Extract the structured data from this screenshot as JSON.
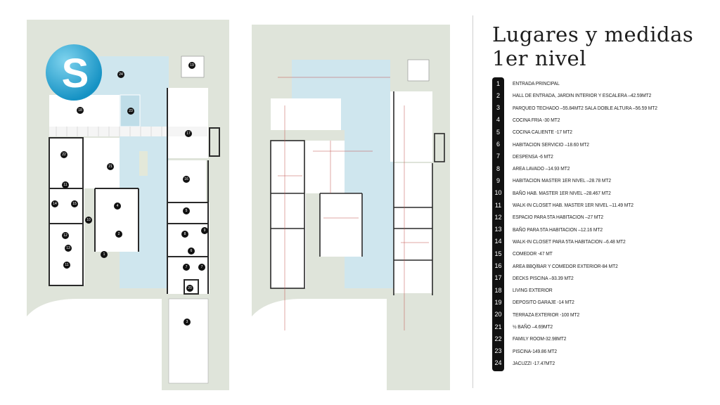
{
  "title": {
    "line1": "Lugares y medidas",
    "line2": "1er nivel"
  },
  "legend": [
    {
      "n": "1",
      "label": "ENTRADA PRINCIPAL"
    },
    {
      "n": "2",
      "label": "HALL DE ENTRADA, JARDIN INTERIOR Y ESCALERA –42.59MT2"
    },
    {
      "n": "3",
      "label": "PARQUEO TECHADO –55.84MT2 SALA DOBLE ALTURA –56.59 MT2"
    },
    {
      "n": "4",
      "label": "COCINA FRIA -30 MT2"
    },
    {
      "n": "5",
      "label": "COCINA CALIENTE -17 MT2"
    },
    {
      "n": "6",
      "label": "HABITACION SERVICIO –18.60 MT2"
    },
    {
      "n": "7",
      "label": "DESPENSA -6 MT2"
    },
    {
      "n": "8",
      "label": "AREA LAVADO –14.93 MT2"
    },
    {
      "n": "9",
      "label": "HABITACION MASTER 1ER NIVEL –28.78 MT2"
    },
    {
      "n": "10",
      "label": "BAÑO HAB. MASTER 1ER NIVEL –28.467 MT2"
    },
    {
      "n": "11",
      "label": "WALK-IN CLOSET HAB. MASTER 1ER NIVEL –11.49 MT2"
    },
    {
      "n": "12",
      "label": "ESPACIO PARA 5TA HABITACION –27 MT2"
    },
    {
      "n": "13",
      "label": "BAÑO PARA 5TA HABITACION –12.16 MT2"
    },
    {
      "n": "14",
      "label": "WALK-IN CLOSET PARA 5TA HABITACION –6.48 MT2"
    },
    {
      "n": "15",
      "label": "COMEDOR -47 MT"
    },
    {
      "n": "16",
      "label": "AREA BBQ/BAR Y COMEDOR EXTERIOR-84 MT2"
    },
    {
      "n": "17",
      "label": "DECKS PISCINA –93.39 MT2"
    },
    {
      "n": "18",
      "label": "LIVING EXTERIOR"
    },
    {
      "n": "19",
      "label": "DEPOSITO GARAJE -14 MT2"
    },
    {
      "n": "20",
      "label": "TERRAZA EXTERIOR -100 MT2"
    },
    {
      "n": "21",
      "label": "½ BAÑO –4.69MT2"
    },
    {
      "n": "22",
      "label": "FAMILY ROOM-32.98MT2"
    },
    {
      "n": "23",
      "label": "PISCINA-149.86 MT2"
    },
    {
      "n": "24",
      "label": "JACUZZI -17.47MT2"
    }
  ],
  "markers": [
    "24",
    "19",
    "18",
    "23",
    "17",
    "22",
    "21",
    "16",
    "11",
    "14",
    "15",
    "4",
    "10",
    "12",
    "2",
    "13",
    "5",
    "8",
    "9",
    "1",
    "6",
    "7",
    "7",
    "11",
    "20",
    "3"
  ],
  "logo": {
    "letter": "S"
  },
  "colors": {
    "site": "#dfe4da",
    "pool": "#cfe6ee",
    "wall": "#2a2a2a",
    "dimension": "#c0504d"
  }
}
